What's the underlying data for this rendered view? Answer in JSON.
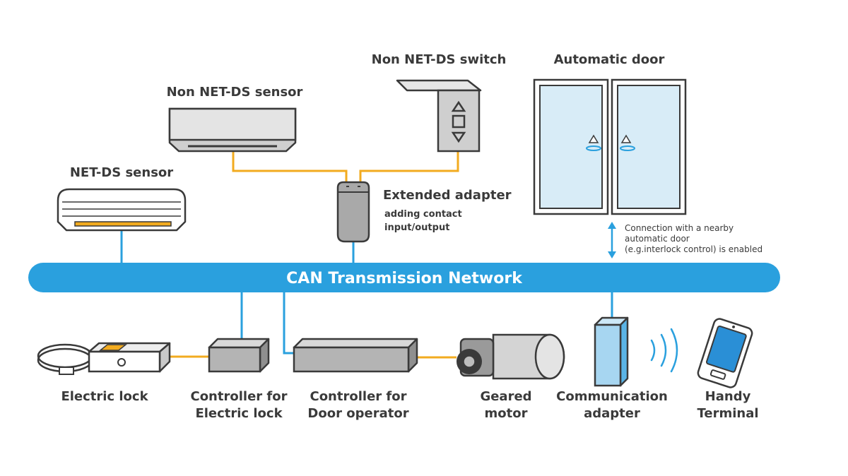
{
  "colors": {
    "bus": "#2aa0de",
    "blue_wire": "#2aa0de",
    "orange_wire": "#f2ab1f",
    "device_gray": "#b4b4b4",
    "text": "#3a3a3a"
  },
  "bus": {
    "label": "CAN Transmission Network"
  },
  "labels": {
    "non_netds_switch": "Non NET-DS switch",
    "automatic_door": "Automatic door",
    "non_netds_sensor": "Non NET-DS sensor",
    "netds_sensor": "NET-DS sensor",
    "extended_adapter": "Extended adapter",
    "extended_adapter_sub1": "adding contact",
    "extended_adapter_sub2": "input/output",
    "electric_lock": "Electric lock",
    "controller_lock_1": "Controller for",
    "controller_lock_2": "Electric lock",
    "controller_door_1": "Controller for",
    "controller_door_2": "Door operator",
    "geared_motor_1": "Geared",
    "geared_motor_2": "motor",
    "comm_adapter_1": "Communication",
    "comm_adapter_2": "adapter",
    "handy_terminal_1": "Handy",
    "handy_terminal_2": "Terminal"
  },
  "note": {
    "line1": "Connection with a nearby",
    "line2": "automatic door",
    "line3": "(e.g.interlock control) is enabled"
  },
  "icons": {
    "switch_up": "triangle-up-icon",
    "switch_stop": "square-stop-icon",
    "switch_down": "triangle-down-icon",
    "wireless": "wireless-signal-icon",
    "double_arrow": "double-arrow-icon"
  }
}
